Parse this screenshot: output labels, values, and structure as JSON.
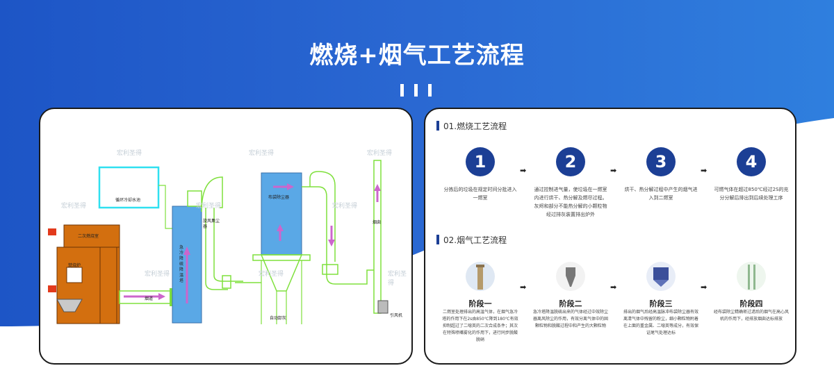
{
  "page": {
    "title": "燃烧+烟气工艺流程",
    "colors": {
      "navy": "#1c3f95",
      "blue_gradient": "#2b6fd6",
      "orange": "#d36f0f",
      "green": "#7fe03c",
      "light_blue": "#5aa8e6"
    }
  },
  "watermark": "宏利圣得",
  "diagram": {
    "labels": {
      "cooling_pool": "循环冷却水池",
      "secondary_chamber": "二次燃烧室",
      "incinerator": "焚烧炉",
      "flue": "烟道",
      "quench_tower": "急冷降硫降温塔",
      "cyclone": "旋风集尘器",
      "bag_filter": "布袋除尘器",
      "auto_ash": "自动卸灰",
      "chimney": "烟囱",
      "fan": "引风机"
    }
  },
  "section1": {
    "title": "01.燃烧工艺流程",
    "steps": [
      {
        "num": "1",
        "desc": "分拣后的垃圾在规定时间分批进入一燃室"
      },
      {
        "num": "2",
        "desc": "通过控制进气量，使垃圾在一燃室内进行烘干、热分解及燃尽过程。灰烬和部分不能热分解的小颗粒物经过排灰装置排出炉外"
      },
      {
        "num": "3",
        "desc": "烘干、热分解过程中产生的烟气进入到二燃室"
      },
      {
        "num": "4",
        "desc": "可燃气体在超过850℃经过2S的充分分解后排出到后续处理工序"
      }
    ]
  },
  "section2": {
    "title": "02.烟气工艺流程",
    "stages": [
      {
        "title": "阶段一",
        "desc": "二燃室处理排出的高温气体，在烟气急冷塔的作用下在2s由850℃降到180℃有效抑制超过了二噁英的二次合成条件；其次在特殊喷嘴雾化的作用下，进行同步脱酸脱硝",
        "icon": "pipe-icon"
      },
      {
        "title": "阶段二",
        "desc": "急冷塔降温脱硫出来的气体经过中效除尘器离风除尘的作用，有效分离气体中的固颗粒物和脱酸过程中和产生的大颗粒物",
        "icon": "cyclone-icon"
      },
      {
        "title": "阶段三",
        "desc": "排出的烟气后经高温脉冲布袋除尘器有效离清气体中残留的粉尘，细小颗粒物附着在上面的重金属、二噁英等成分，有效保证尾气处理达标",
        "icon": "baghouse-icon"
      },
      {
        "title": "阶段四",
        "desc": "经布袋除尘精确密过滤后的烟气在高心风机的作用下，经排放烟囱达标排放",
        "icon": "chimney-icon"
      }
    ]
  }
}
